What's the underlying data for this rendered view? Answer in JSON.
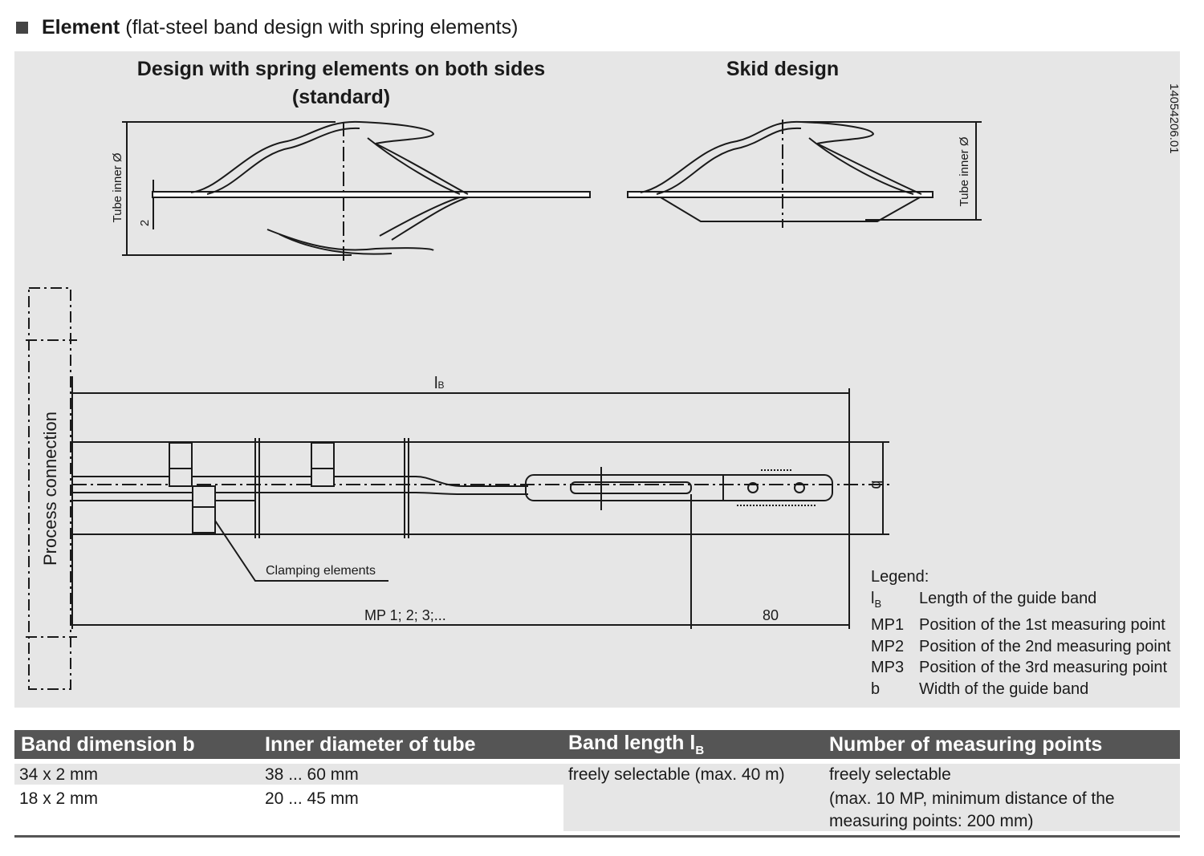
{
  "heading": {
    "bold": "Element",
    "rest": "(flat-steel band design with spring elements)"
  },
  "drawing": {
    "title_left_line1": "Design with spring elements on both sides",
    "title_left_line2": "(standard)",
    "title_right": "Skid design",
    "doc_number": "14054206.01",
    "tube_inner_label": "Tube inner Ø",
    "dim_2": "2",
    "process_connection": "Process connection",
    "lb_label": "l",
    "lb_sub": "B",
    "b_label": "b",
    "clamping": "Clamping elements",
    "mp_label": "MP 1; 2; 3;...",
    "dim_80": "80"
  },
  "legend": {
    "title": "Legend:",
    "items": [
      {
        "sym": "l",
        "sub": "B",
        "desc": "Length of the guide band"
      },
      {
        "sym": "MP1",
        "desc": "Position of the 1st measuring point"
      },
      {
        "sym": "MP2",
        "desc": "Position of the 2nd measuring point"
      },
      {
        "sym": "MP3",
        "desc": "Position of the 3rd measuring point"
      },
      {
        "sym": "b",
        "desc": "Width of the guide band"
      }
    ]
  },
  "table": {
    "headers": [
      "Band dimension b",
      "Inner diameter of tube",
      "Band length l",
      "Number of measuring points"
    ],
    "header_sub": "B",
    "rows": [
      [
        "34 x 2 mm",
        "38 ... 60 mm"
      ],
      [
        "18 x 2 mm",
        "20 ... 45 mm"
      ]
    ],
    "band_length": "freely selectable (max. 40 m)",
    "num_points_line1": "freely selectable",
    "num_points_line2": "(max. 10 MP, minimum distance of the",
    "num_points_line3": "measuring points: 200 mm)"
  }
}
